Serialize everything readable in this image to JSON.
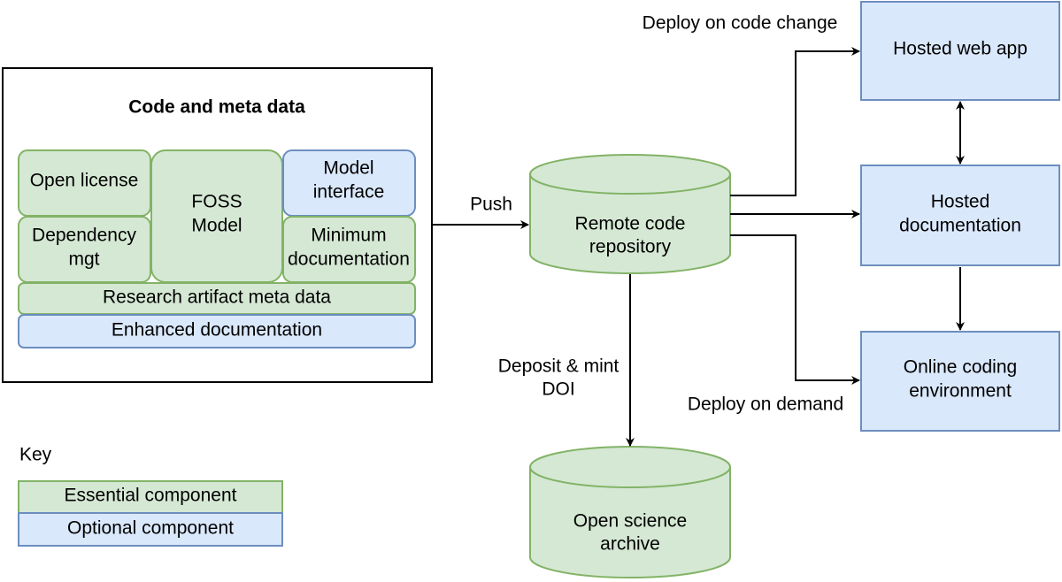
{
  "colors": {
    "essential_fill": "#d5e8d4",
    "essential_stroke": "#82b366",
    "optional_fill": "#dae8fc",
    "optional_stroke": "#6c8ebf",
    "line": "#000000"
  },
  "code_box": {
    "title": "Code and meta data",
    "components": {
      "open_license": "Open license",
      "foss_model_line1": "FOSS",
      "foss_model_line2": "Model",
      "model_interface_line1": "Model",
      "model_interface_line2": "interface",
      "dependency_mgt_line1": "Dependency",
      "dependency_mgt_line2": "mgt",
      "minimum_documentation_line1": "Minimum",
      "minimum_documentation_line2": "documentation",
      "research_artifact_meta_data": "Research artifact meta data",
      "enhanced_documentation": "Enhanced documentation"
    }
  },
  "nodes": {
    "remote_repo_line1": "Remote code",
    "remote_repo_line2": "repository",
    "open_science_archive_line1": "Open science",
    "open_science_archive_line2": "archive",
    "hosted_web_app": "Hosted web app",
    "hosted_documentation_line1": "Hosted",
    "hosted_documentation_line2": "documentation",
    "online_coding_env_line1": "Online coding",
    "online_coding_env_line2": "environment"
  },
  "edge_labels": {
    "push": "Push",
    "deposit_line1": "Deposit & mint",
    "deposit_line2": "DOI",
    "deploy_on_code_change": "Deploy on code change",
    "deploy_on_demand": "Deploy on demand"
  },
  "key": {
    "title": "Key",
    "essential": "Essential component",
    "optional": "Optional component"
  }
}
